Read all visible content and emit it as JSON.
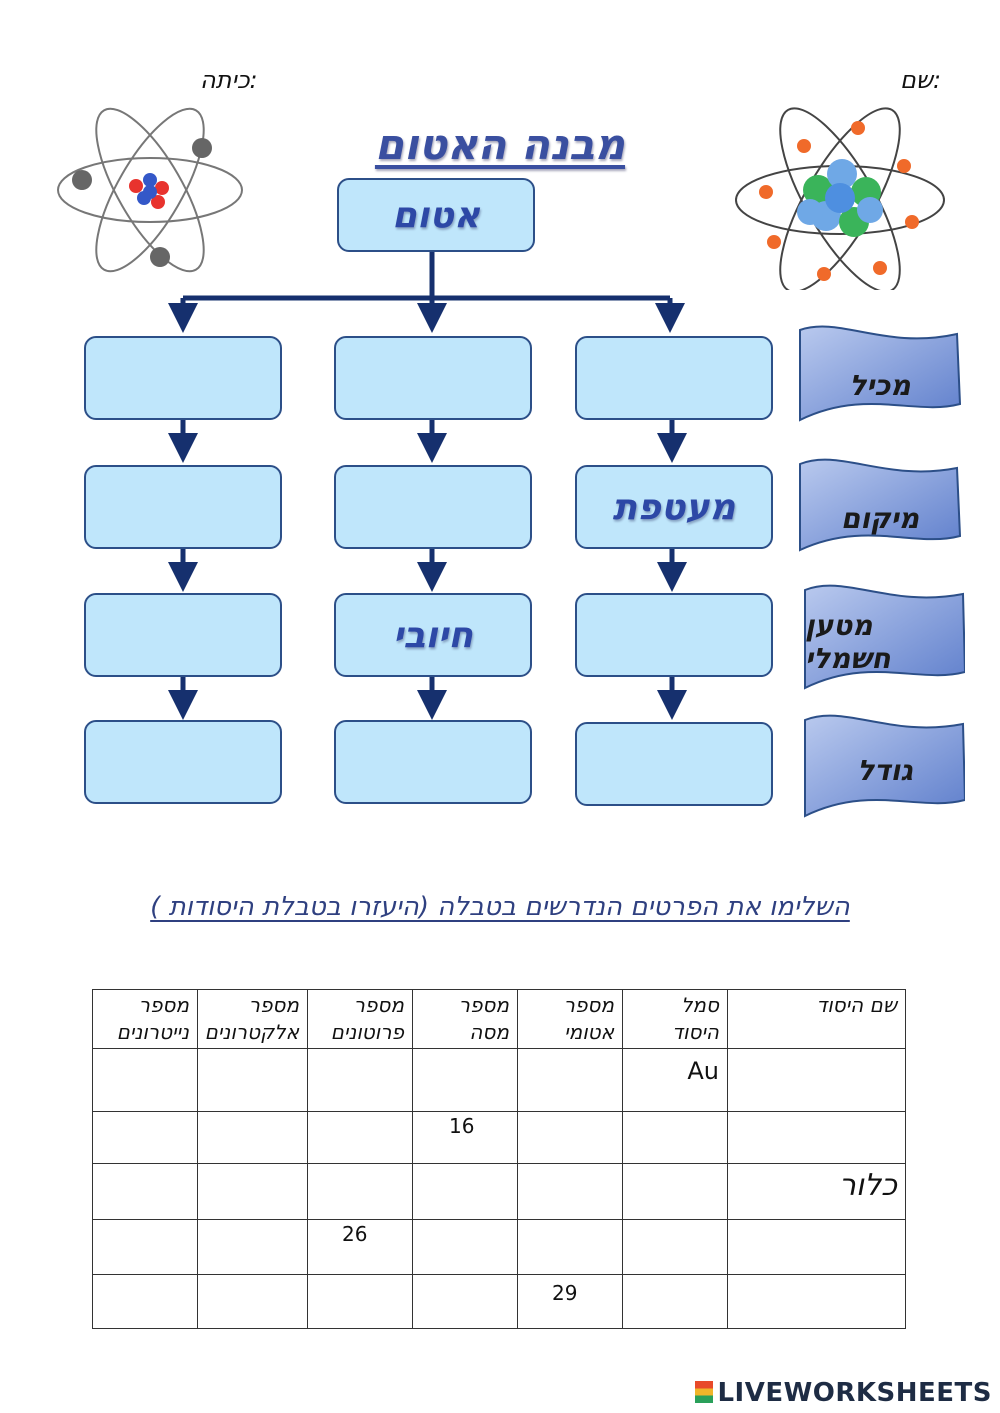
{
  "header": {
    "name_label": "שם:",
    "class_label": "כיתה:"
  },
  "title": "מבנה האטום",
  "root": "אטום",
  "row_labels": [
    "מכיל",
    "מיקום",
    "מטען חשמלי",
    "גודל"
  ],
  "grid": [
    [
      "",
      "",
      ""
    ],
    [
      "מעטפת",
      "",
      ""
    ],
    [
      "",
      "חיובי",
      ""
    ],
    [
      "",
      "",
      ""
    ]
  ],
  "instruction": "השלימו את הפרטים הנדרשים בטבלה (היעזרו בטבלת היסודות )",
  "table": {
    "headers": [
      "שם היסוד",
      "סמל היסוד",
      "מספר אטומי",
      "מספר מסה",
      "מספר פרוטונים",
      "מספר אלקטרונים",
      "מספר נייטרונים"
    ],
    "rows": [
      [
        "",
        "Au",
        "",
        "",
        "",
        "",
        ""
      ],
      [
        "",
        "",
        "",
        "16",
        "",
        "",
        ""
      ],
      [
        "כלור",
        "",
        "",
        "",
        "",
        "",
        ""
      ],
      [
        "",
        "",
        "",
        "",
        "26",
        "",
        ""
      ],
      [
        "",
        "",
        "29",
        "",
        "",
        "",
        ""
      ]
    ]
  },
  "colors": {
    "box_fill": "#bfe6fb",
    "box_border": "#2c4f88",
    "arrow": "#16306e",
    "banner": "#6f8dd2"
  },
  "watermark": "LIVEWORKSHEETS"
}
